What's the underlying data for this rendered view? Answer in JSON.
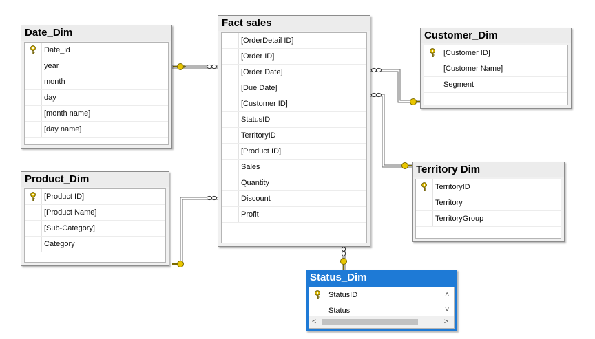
{
  "tables": {
    "date": {
      "title": "Date_Dim",
      "rows": [
        "Date_id",
        "year",
        "month",
        "day",
        "[month name]",
        "[day name]"
      ]
    },
    "product": {
      "title": "Product_Dim",
      "rows": [
        "[Product ID]",
        "[Product Name]",
        "[Sub-Category]",
        "Category"
      ]
    },
    "fact": {
      "title": "Fact sales",
      "rows": [
        "[OrderDetail ID]",
        "[Order ID]",
        "[Order Date]",
        "[Due Date]",
        "[Customer ID]",
        "StatusID",
        "TerritoryID",
        "[Product ID]",
        "Sales",
        "Quantity",
        "Discount",
        "Profit"
      ]
    },
    "customer": {
      "title": "Customer_Dim",
      "rows": [
        "[Customer ID]",
        "[Customer Name]",
        "Segment"
      ]
    },
    "territory": {
      "title": "Territory Dim",
      "rows": [
        "TerritoryID",
        "Territory",
        "TerritoryGroup"
      ]
    },
    "status": {
      "title": "Status_Dim",
      "rows": [
        "StatusID",
        "Status"
      ]
    }
  },
  "colors": {
    "selected_title": "#1e7ad6",
    "key_icon": "#d8b400",
    "connector": "#707070"
  },
  "icons": {
    "primary_key": "key-icon",
    "one_end": "key-icon",
    "many_end": "infinity-icon",
    "scroll_up": "chevron-up-icon",
    "scroll_down": "chevron-down-icon",
    "scroll_left": "chevron-left-icon",
    "scroll_right": "chevron-right-icon"
  }
}
